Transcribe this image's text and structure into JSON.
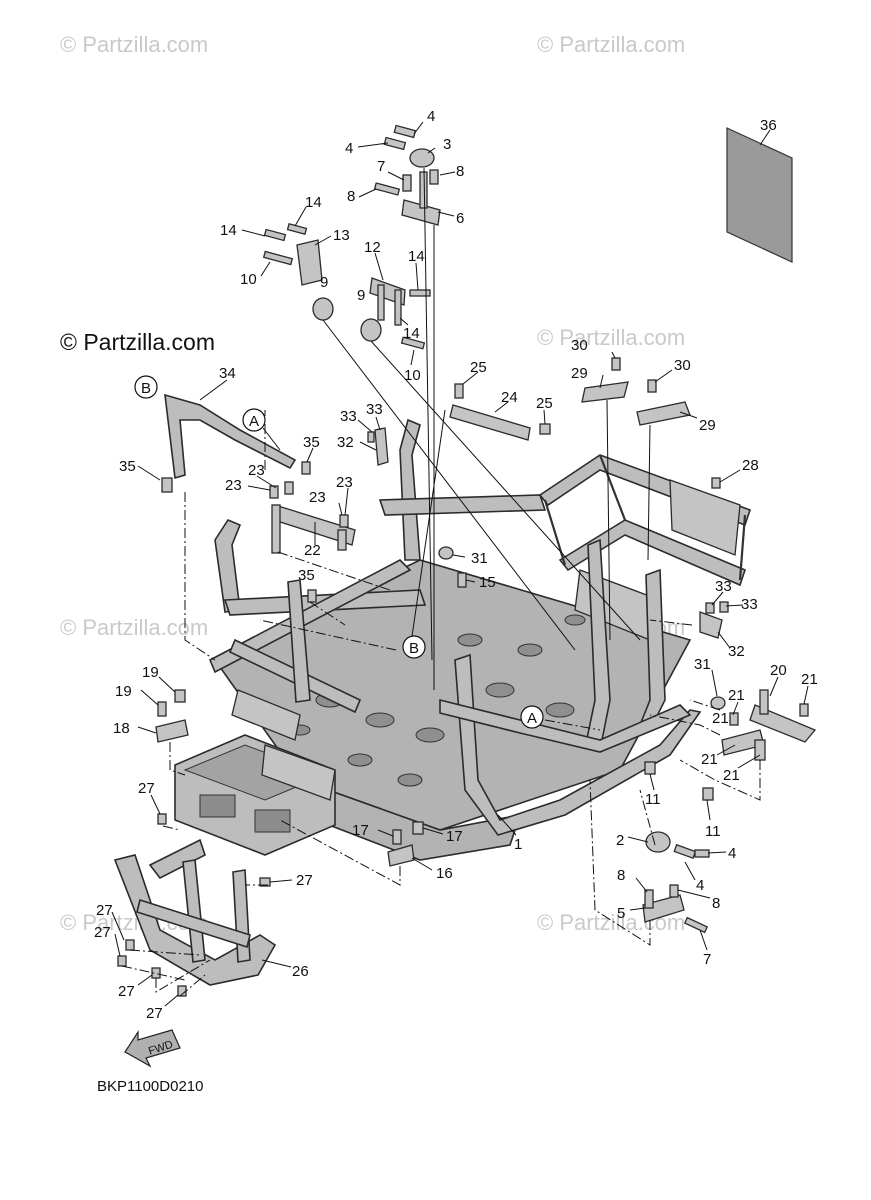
{
  "watermarks": [
    "© Partzilla.com",
    "© Partzilla.com",
    "© Partzilla.com",
    "© Partzilla.com",
    "© Partzilla.com",
    "© Partzilla.com",
    "© Partzilla.com"
  ],
  "brand_mark": "© Partzilla.com",
  "diagram_code": "BKP1100D0210",
  "fwd_label": "FWD",
  "ref_markers": {
    "a": "A",
    "b": "B"
  },
  "callouts": {
    "c1": "1",
    "c2": "2",
    "c3": "3",
    "c4a": "4",
    "c4b": "4",
    "c4c": "4",
    "c4d": "4",
    "c5": "5",
    "c6": "6",
    "c7a": "7",
    "c7b": "7",
    "c8a": "8",
    "c8b": "8",
    "c8c": "8",
    "c8d": "8",
    "c9a": "9",
    "c9b": "9",
    "c10a": "10",
    "c10b": "10",
    "c11a": "11",
    "c11b": "11",
    "c12": "12",
    "c13": "13",
    "c14a": "14",
    "c14b": "14",
    "c14c": "14",
    "c14d": "14",
    "c15": "15",
    "c16": "16",
    "c17a": "17",
    "c17b": "17",
    "c18": "18",
    "c19a": "19",
    "c19b": "19",
    "c20": "20",
    "c21a": "21",
    "c21b": "21",
    "c21c": "21",
    "c21d": "21",
    "c21e": "21",
    "c22": "22",
    "c23a": "23",
    "c23b": "23",
    "c23c": "23",
    "c23d": "23",
    "c24": "24",
    "c25a": "25",
    "c25b": "25",
    "c26": "26",
    "c27a": "27",
    "c27b": "27",
    "c27c": "27",
    "c27d": "27",
    "c27e": "27",
    "c27f": "27",
    "c28": "28",
    "c29a": "29",
    "c29b": "29",
    "c30a": "30",
    "c30b": "30",
    "c31a": "31",
    "c31b": "31",
    "c32a": "32",
    "c32b": "32",
    "c33a": "33",
    "c33b": "33",
    "c33c": "33",
    "c33d": "33",
    "c34": "34",
    "c35a": "35",
    "c35b": "35",
    "c35c": "35",
    "c36": "36"
  }
}
